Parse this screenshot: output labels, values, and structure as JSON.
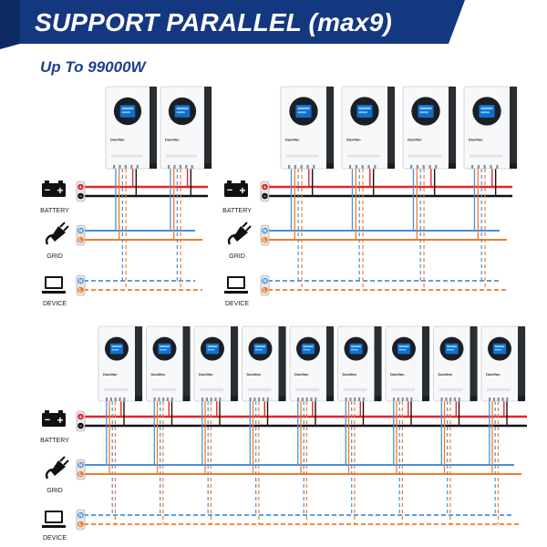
{
  "banner": {
    "title": "SUPPORT PARALLEL (max9)"
  },
  "subtitle": "Up To 99000W",
  "labels": {
    "battery": "BATTERY",
    "grid": "GRID",
    "device": "DEVICE"
  },
  "inverter": {
    "brand": "Daxlifan"
  },
  "groups": [
    {
      "count": 2
    },
    {
      "count": 4
    },
    {
      "count": 9
    }
  ],
  "colors": {
    "banner": "#14387f",
    "battery_positive": "#e3262b",
    "battery_negative": "#111111",
    "grid_neutral": "#4a90d9",
    "grid_live": "#f07c2a",
    "inverter_body": "#f7f8fa",
    "inverter_side": "#2a2e33",
    "display": "#0f6fd0"
  }
}
